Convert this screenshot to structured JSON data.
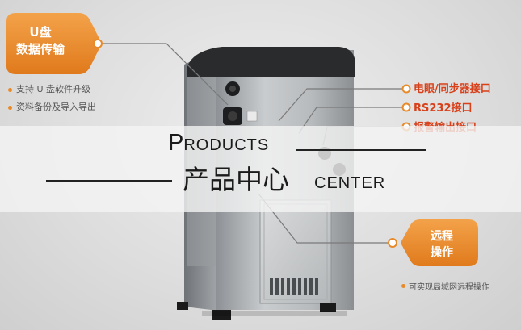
{
  "usb_callout": {
    "title_line1": "U盘",
    "title_line2": "数据传输",
    "features": [
      "支持 U 盘软件升级",
      "资料备份及导入导出"
    ]
  },
  "ports": [
    "电眼/同步器接口",
    "RS232接口",
    "报警输出接口"
  ],
  "remote_callout": {
    "title_line1": "远程",
    "title_line2": "操作",
    "description": "可实现局域网远程操作"
  },
  "banner": {
    "products_cap": "P",
    "products_rest": "RODUCTS",
    "title_cn": "产品中心",
    "title_en": "CENTER"
  },
  "colors": {
    "accent_orange": "#e88a2a",
    "port_text": "#d8401a",
    "band_overlay": "#f4f4f4"
  }
}
